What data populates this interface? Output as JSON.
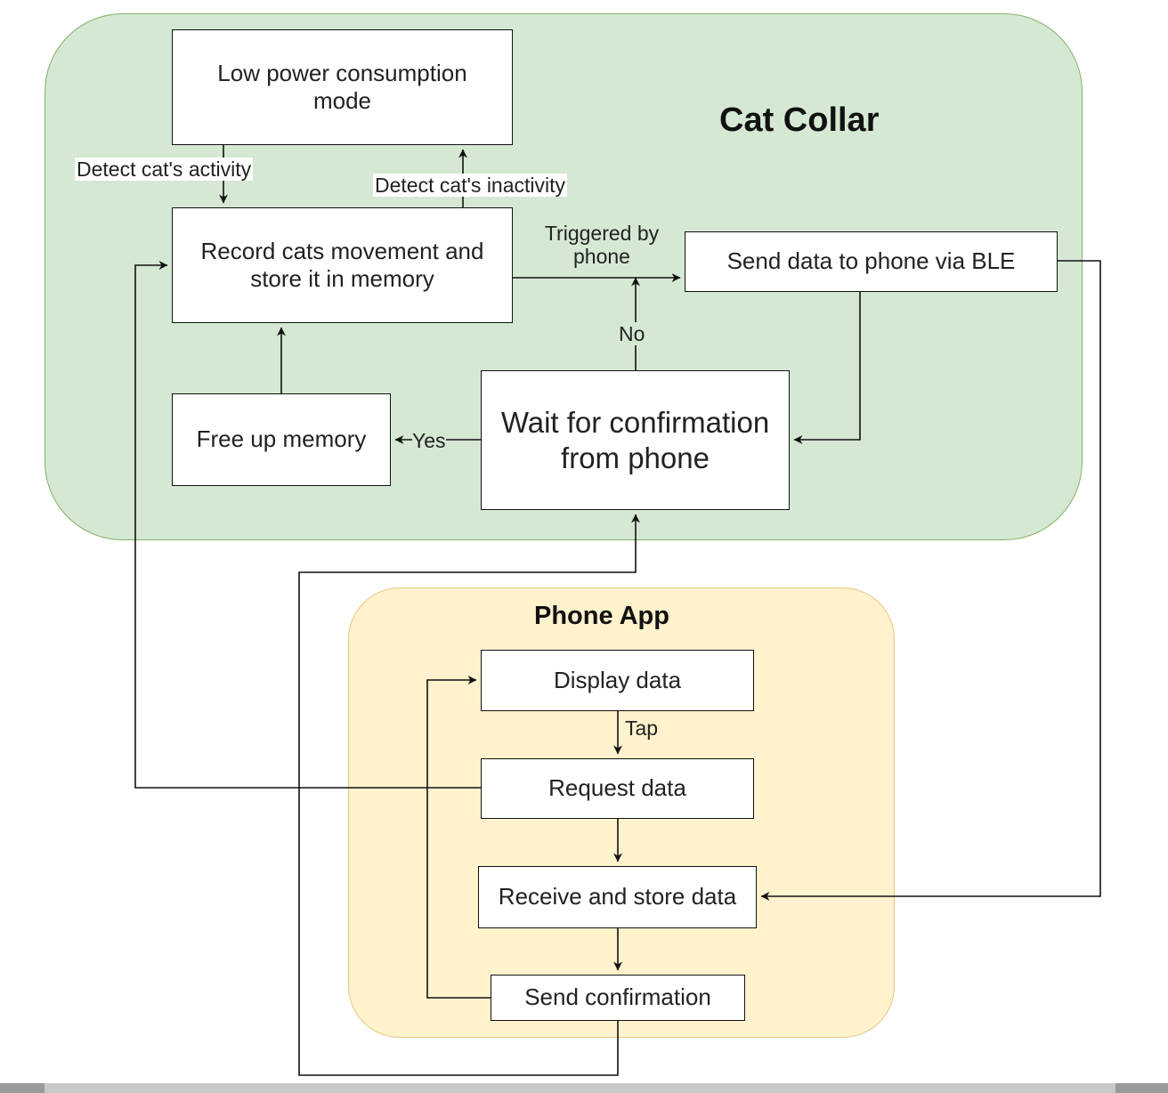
{
  "colors": {
    "collar_fill": "#d5e8d4",
    "collar_stroke": "#82b366",
    "phone_fill": "#fff2cc",
    "phone_stroke": "#e6c784",
    "line": "#111111"
  },
  "groups": {
    "collar": {
      "title": "Cat Collar"
    },
    "phone": {
      "title": "Phone App"
    }
  },
  "nodes": {
    "low_power": "Low power consumption mode",
    "record": "Record cats movement and store it in memory",
    "send_ble": "Send data to phone via BLE",
    "wait_confirm": "Wait for confirmation from phone",
    "free_memory": "Free up memory",
    "display_data": "Display data",
    "request_data": "Request data",
    "receive_store": "Receive and store data",
    "send_confirm": "Send confirmation"
  },
  "edge_labels": {
    "detect_activity": "Detect cat's activity",
    "detect_inactivity": "Detect cat's inactivity",
    "triggered": "Triggered by phone",
    "no": "No",
    "yes": "Yes",
    "tap": "Tap"
  }
}
